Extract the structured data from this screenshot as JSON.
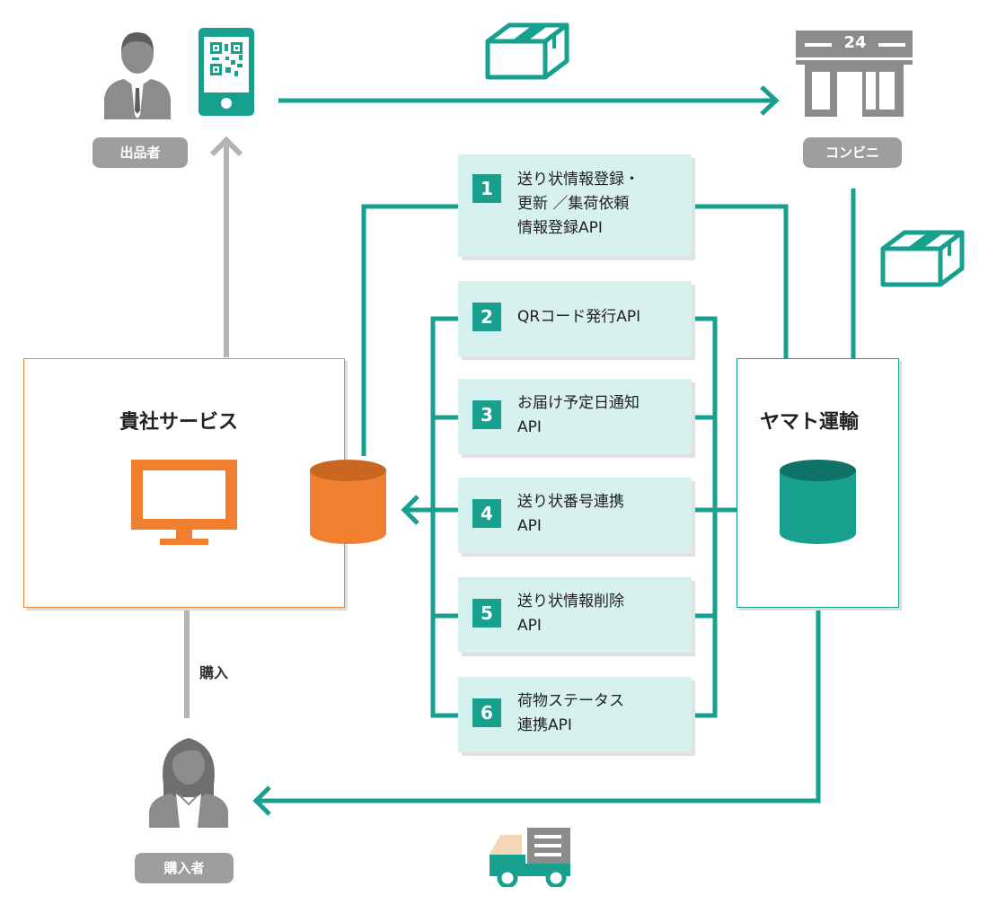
{
  "actors": {
    "seller_label": "出品者",
    "store_label": "コンビニ",
    "store_sign": "24",
    "buyer_label": "購入者"
  },
  "company_service": {
    "title": "貴社サービス"
  },
  "yamato": {
    "title": "ヤマト運輸"
  },
  "purchase_label": "購入",
  "apis": [
    {
      "num": "1",
      "label": "送り状情報登録・\n更新 ／集荷依頼\n情報登録API"
    },
    {
      "num": "2",
      "label": "QRコード発行API"
    },
    {
      "num": "3",
      "label": "お届け予定日通知\nAPI"
    },
    {
      "num": "4",
      "label": "送り状番号連携\nAPI"
    },
    {
      "num": "5",
      "label": "送り状情報削除\nAPI"
    },
    {
      "num": "6",
      "label": "荷物ステータス\n連携API"
    }
  ],
  "colors": {
    "teal": "#17a08e",
    "orange": "#f08030",
    "gray": "#9e9e9e",
    "api_fill": "#d6f1ee"
  },
  "icons": [
    "person-male-icon",
    "smartphone-qr-icon",
    "package-icon",
    "convenience-store-icon",
    "monitor-icon",
    "database-icon",
    "person-female-icon",
    "truck-icon"
  ]
}
